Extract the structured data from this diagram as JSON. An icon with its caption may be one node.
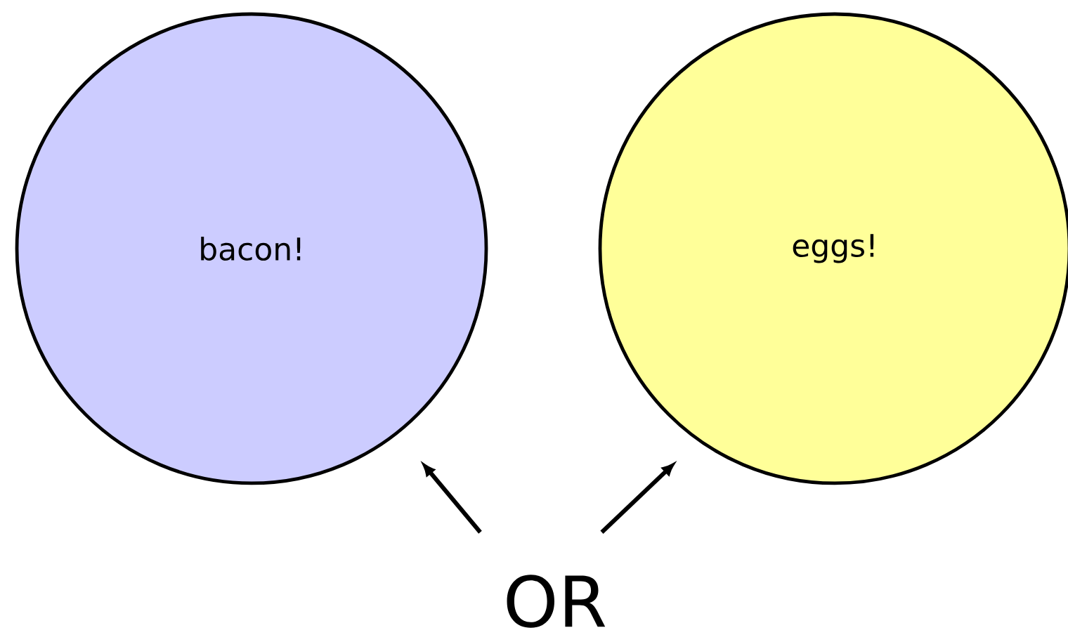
{
  "diagram": {
    "nodes": [
      {
        "text": [
          "bacon!"
        ]
      },
      {
        "text": [
          "eggs!"
        ]
      },
      {
        "text": [
          "OR"
        ]
      }
    ],
    "edges": [
      {
        "from": 2,
        "to": 0,
        "arrow": "to"
      },
      {
        "from": 2,
        "to": 1,
        "arrow": "to"
      }
    ]
  }
}
